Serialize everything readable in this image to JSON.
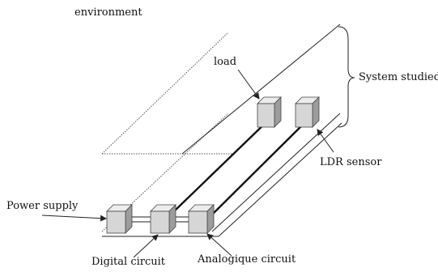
{
  "labels": {
    "environment": "environment",
    "load": "load",
    "system_studied": "System studied",
    "ldr_sensor": "LDR sensor",
    "power_supply": "Power supply",
    "digital_circuit": "Digital circuit",
    "analogique_circuit": "Analogique circuit"
  },
  "colors": {
    "stroke": "#222222",
    "box_front": "#d6d6d6",
    "box_top": "#ececec",
    "box_side": "#9c9c9c",
    "dotted": "#555555"
  }
}
